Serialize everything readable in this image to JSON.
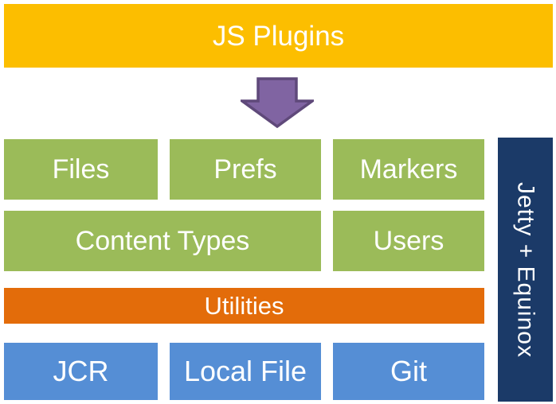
{
  "colors": {
    "gold": "#FCBE00",
    "green": "#9BBB59",
    "orange": "#E36C0A",
    "blue": "#558ED5",
    "navy": "#1B3A68",
    "purple": "#8064A2",
    "purple_border": "#5F497A",
    "text": "#FFFFFF"
  },
  "banner": {
    "label": "JS Plugins"
  },
  "arrow": {
    "icon": "down-arrow"
  },
  "plugin_row_1": {
    "items": [
      "Files",
      "Prefs",
      "Markers"
    ]
  },
  "plugin_row_2": {
    "items": [
      "Content Types",
      "Users"
    ]
  },
  "utilities": {
    "label": "Utilities"
  },
  "storage_row": {
    "items": [
      "JCR",
      "Local File",
      "Git"
    ]
  },
  "runtime": {
    "label": "Jetty + Equinox"
  }
}
